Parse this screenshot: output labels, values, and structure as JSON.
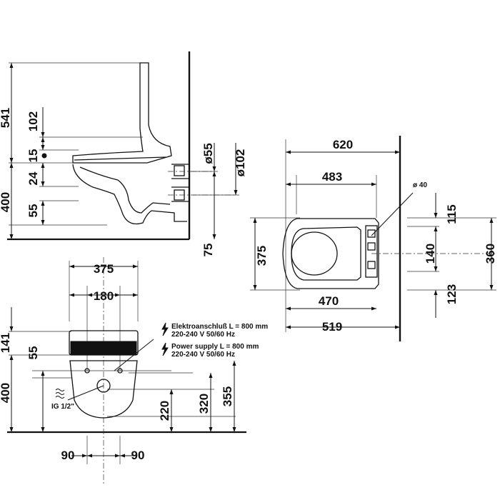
{
  "side_view": {
    "dims": [
      "541",
      "102",
      "15",
      "24",
      "400",
      "55",
      "ø55",
      "ø102",
      "75"
    ]
  },
  "top_view": {
    "dims": [
      "620",
      "483",
      "ø 40",
      "115",
      "375",
      "140",
      "360",
      "470",
      "519",
      "123"
    ]
  },
  "front_view": {
    "dims": [
      "375",
      "180",
      "141",
      "55",
      "400",
      "220",
      "320",
      "355",
      "90",
      "90"
    ],
    "electric_de_line1": "Elektroanschluß L = 800 mm",
    "electric_de_line2": "220-240 V  50/60 Hz",
    "electric_en_line1": "Power supply L = 800 mm",
    "electric_en_line2": "220-240 V  50/60 Hz",
    "water_label": "IG 1/2\""
  }
}
